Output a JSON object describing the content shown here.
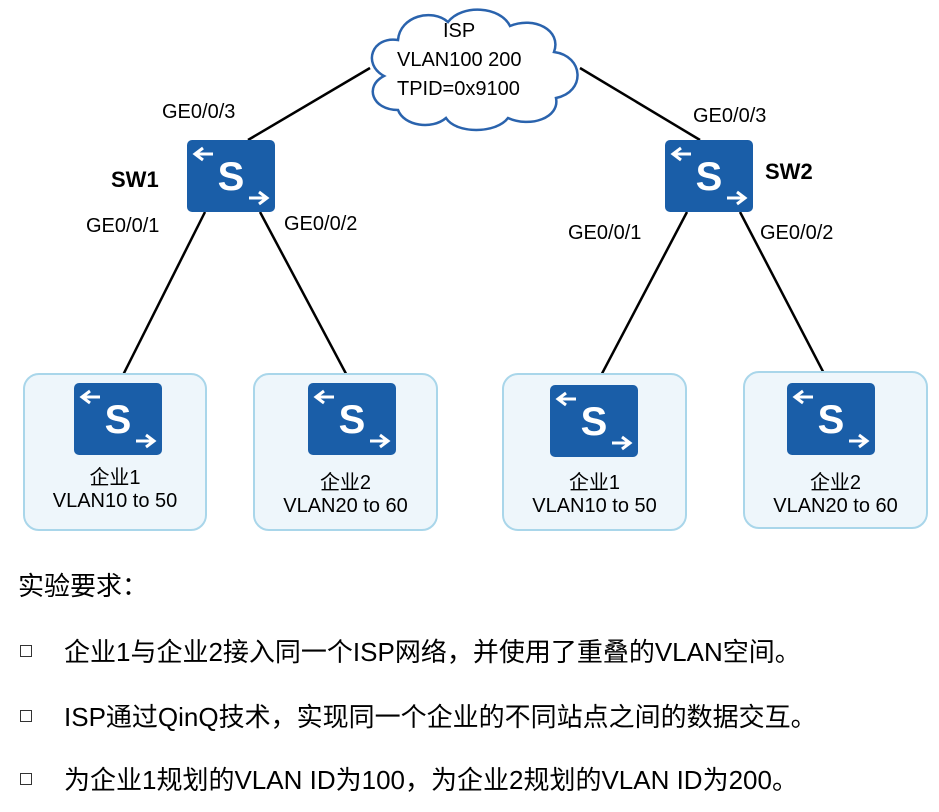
{
  "cloud": {
    "line1": "ISP",
    "line2": "VLAN100 200",
    "line3": "TPID=0x9100"
  },
  "switches": {
    "sw1": {
      "name": "SW1",
      "port_up": "GE0/0/3",
      "port_left": "GE0/0/1",
      "port_right": "GE0/0/2"
    },
    "sw2": {
      "name": "SW2",
      "port_up": "GE0/0/3",
      "port_left": "GE0/0/1",
      "port_right": "GE0/0/2"
    }
  },
  "enterprises": [
    {
      "name": "企业1",
      "vlan": "VLAN10 to 50"
    },
    {
      "name": "企业2",
      "vlan": "VLAN20 to 60"
    },
    {
      "name": "企业1",
      "vlan": "VLAN10 to 50"
    },
    {
      "name": "企业2",
      "vlan": "VLAN20 to 60"
    }
  ],
  "requirements": {
    "title": "实验要求：",
    "items": [
      "企业1与企业2接入同一个ISP网络，并使用了重叠的VLAN空间。",
      "ISP通过QinQ技术，实现同一个企业的不同站点之间的数据交互。",
      "为企业1规划的VLAN ID为100，为企业2规划的VLAN ID为200。"
    ]
  },
  "colors": {
    "switch_blue": "#1a5ea8",
    "enterprise_fill": "#eef6fb",
    "enterprise_border": "#a9d6ea",
    "cloud_stroke": "#2a63ad"
  },
  "icons": {
    "switch": "switch-icon",
    "cloud": "cloud-icon",
    "bullet": "square-bullet-icon"
  }
}
